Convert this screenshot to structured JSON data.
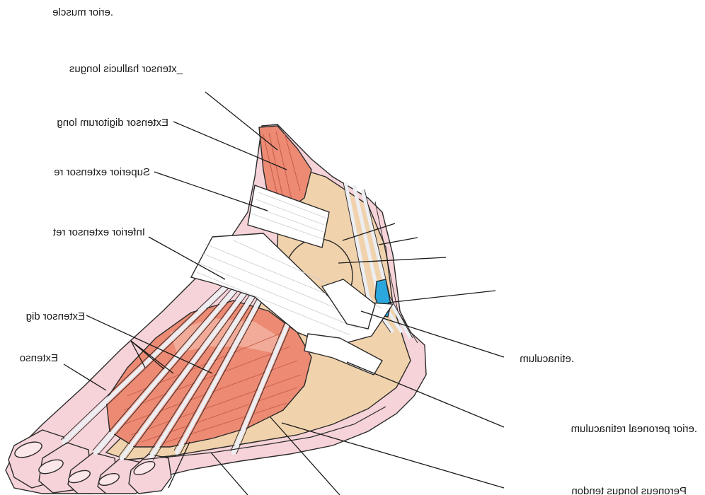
{
  "labels": {
    "tibialis_anterior": ".erior muscle",
    "extensor_hallucis_longus": "_xtensor hallucis longus",
    "extensor_digitorum_longus": "Extensor digitorum long",
    "superior_extensor_retinaculum": "Superior extensor re",
    "inferior_extensor_retinaculum": "Inferior extensor ret",
    "extensor_digitorum_tendons": "Extensor dig",
    "extensor_hallucis_brevis": "Extenso",
    "retinaculum_right": ".etinaculum",
    "inferior_peroneal_retinaculum": ".erior peroneal retinaculum",
    "peroneus_longus_tendon": "Peroneus longus tendon"
  },
  "colors": {
    "skin": "#f6d3d8",
    "bone": "#f0d2ac",
    "muscle": "#ec8a74",
    "muscle_light": "#f4b3a1",
    "tendon": "#eceef2",
    "retinaculum": "#ffffff",
    "vessel": "#2aa7dd",
    "outline": "#2a2a2a"
  },
  "note": ""
}
